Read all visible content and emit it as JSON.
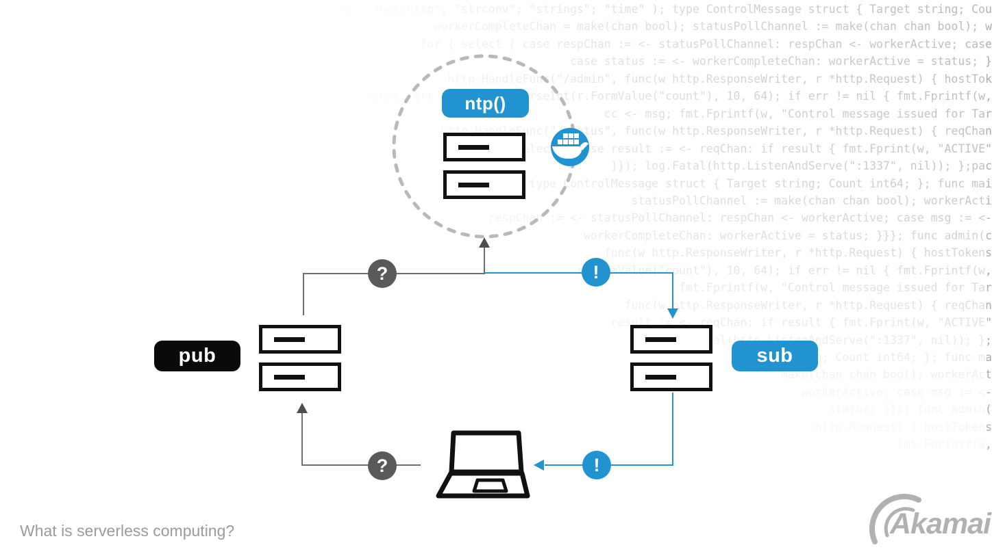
{
  "diagram": {
    "ntp_label": "ntp()",
    "pub_label": "pub",
    "sub_label": "sub",
    "question_glyph": "?",
    "exclaim_glyph": "!",
    "colors": {
      "accent_blue": "#2193d0",
      "badge_gray": "#58595b",
      "line_gray": "#6d6e71",
      "dashed_circle_gray": "#b9b9b9",
      "icon_black": "#111111"
    },
    "icons": [
      "docker-whale-icon",
      "laptop-icon",
      "server-icon",
      "question-badge",
      "exclamation-badge"
    ]
  },
  "caption": "What is serverless computing?",
  "logo": {
    "text": "Akamai",
    "color": "#b1b1b3"
  },
  "code_background": {
    "language": "Go",
    "text_color": "#a7aeb5",
    "lines": [
      "\"log\"; \"net/http\"; \"strconv\"; \"strings\"; \"time\" ); type ControlMessage struct { Target string; Cou",
      "workerCompleteChan = make(chan bool); statusPollChannel := make(chan chan bool); w",
      "for { select { case respChan := <- statusPollChannel: respChan <- workerActive; case",
      "case status := <- workerCompleteChan: workerActive = status; }",
      "http.HandleFunc(\"/admin\", func(w http.ResponseWriter, r *http.Request) { hostTok",
      "count, err := strconv.ParseInt(r.FormValue(\"count\"), 10, 64); if err != nil { fmt.Fprintf(w,",
      "cc <- msg; fmt.Fprintf(w, \"Control message issued for Tar",
      "http.HandleFunc(\"/status\", func(w http.ResponseWriter, r *http.Request) { reqChan",
      "select { case result := <- reqChan: if result { fmt.Fprint(w, \"ACTIVE\"",
      "}}); log.Fatal(http.ListenAndServe(\":1337\", nil)); };pac",
      "type ControlMessage struct { Target string; Count int64; }; func mai",
      "statusPollChannel := make(chan chan bool); workerActi",
      "respChan := <- statusPollChannel: respChan <- workerActive; case msg := <-",
      "workerCompleteChan: workerActive = status; }}}; func admin(c",
      "func(w http.ResponseWriter, r *http.Request) { hostTokens",
      "r.FormValue(\"count\"), 10, 64); if err != nil { fmt.Fprintf(w,",
      "fmt.Fprintf(w, \"Control message issued for Tar",
      "func(w http.ResponseWriter, r *http.Request) { reqChan",
      "result := <- reqChan: if result { fmt.Fprint(w, \"ACTIVE\"",
      "log.Fatal(http.ListenAndServe(\":1337\", nil)); };",
      "Target string; Count int64; }; func ma",
      "make(chan chan bool); workerAct",
      "workerActive; case msg := <-",
      "status; }}}; func admin(",
      "http.Request) { hostTokens",
      "fmt.Fprintf(w,"
    ]
  }
}
